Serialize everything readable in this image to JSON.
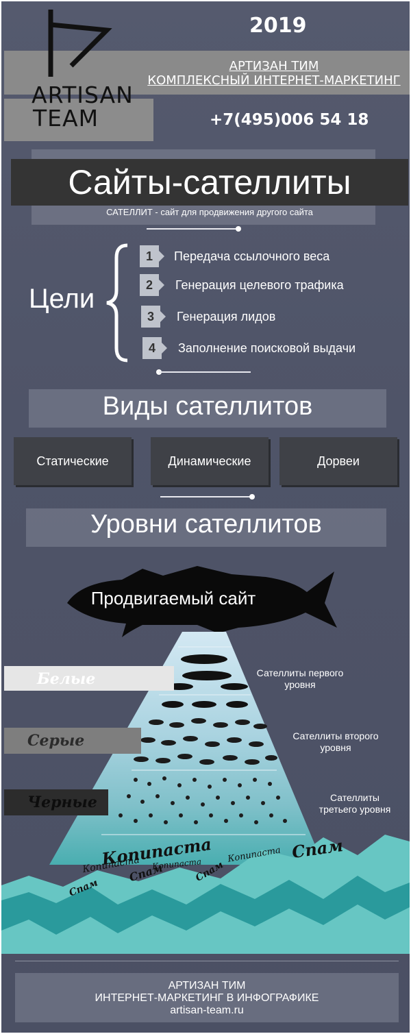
{
  "header": {
    "logo_line1": "ARTISAN",
    "logo_line2": "TEAM",
    "year": "2019",
    "company_name": "АРТИЗАН ТИМ",
    "company_tagline": "КОМПЛЕКСНЫЙ ИНТЕРНЕТ-МАРКЕТИНГ",
    "phone": "+7(495)006 54 18"
  },
  "hero": {
    "title": "Сайты-сателлиты",
    "subtitle": "САТЕЛЛИТ - сайт для продвижения другого сайта"
  },
  "goals": {
    "label": "Цели",
    "items": [
      {
        "num": "1",
        "text": "Передача ссылочного веса"
      },
      {
        "num": "2",
        "text": "Генерация целевого трафика"
      },
      {
        "num": "3",
        "text": "Генерация лидов"
      },
      {
        "num": "4",
        "text": "Заполнение поисковой выдачи"
      }
    ]
  },
  "kinds": {
    "title": "Виды сателлитов",
    "items": [
      "Статические",
      "Динамические",
      "Дорвеи"
    ]
  },
  "levels": {
    "title": "Уровни сателлитов",
    "promoted_site": "Продвигаемый сайт",
    "tiers": [
      {
        "label": "Белые",
        "desc_line1": "Сателлиты первого",
        "desc_line2": "уровня"
      },
      {
        "label": "Серые",
        "desc_line1": "Сателлиты второго",
        "desc_line2": "уровня"
      },
      {
        "label": "Черные",
        "desc_line1": "Сателлиты",
        "desc_line2": "третьего уровня"
      }
    ],
    "bottom_words": [
      "Копипаста",
      "Спам",
      "Копипаста",
      "Спам",
      "Копипаста",
      "Спам",
      "Спам",
      "Копипаста"
    ]
  },
  "footer": {
    "line1": "АРТИЗАН ТИМ",
    "line2": "ИНТЕРНЕТ-МАРКЕТИНГ В ИНФОГРАФИКЕ",
    "line3": "artisan-team.ru"
  },
  "colors": {
    "background": "#50556a",
    "dark_panel": "#343434",
    "pyramid_top": "#cfe6f2",
    "pyramid_bottom": "#2fa6a8",
    "water": "#2a9a9c"
  }
}
